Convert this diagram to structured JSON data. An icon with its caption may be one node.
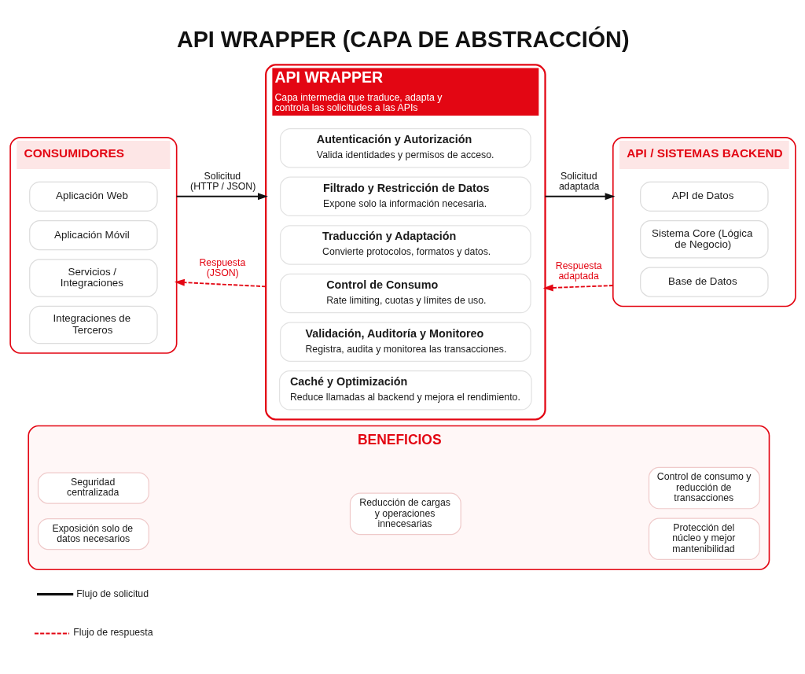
{
  "diagram": {
    "title": "API WRAPPER (CAPA DE ABSTRACCIÓN)",
    "nodes": [
      {
        "text": [
          "CONSUMIDORES"
        ]
      },
      {
        "text": [
          "Aplicación Web"
        ],
        "in": 0
      },
      {
        "text": [
          "Aplicación Móvil"
        ],
        "in": 0
      },
      {
        "text": [
          "Servicios / Integraciones"
        ],
        "in": 0
      },
      {
        "text": [
          "Integraciones de Terceros"
        ],
        "in": 0
      },
      {
        "text": [
          "API WRAPPER",
          "Capa intermedia que traduce, adapta y controla las solicitudes a las APIs"
        ]
      },
      {
        "text": [
          "Autenticación y Autorización",
          "Valida identidades y permisos de acceso."
        ],
        "in": 5
      },
      {
        "text": [
          "Filtrado y Restricción de Datos",
          "Expone solo la información necesaria."
        ],
        "in": 5
      },
      {
        "text": [
          "Traducción y Adaptación",
          "Convierte protocolos, formatos y datos."
        ],
        "in": 5
      },
      {
        "text": [
          "Control de Consumo",
          "Rate limiting, cuotas y límites de uso."
        ],
        "in": 5
      },
      {
        "text": [
          "Validación, Auditoría y Monitoreo",
          "Registra, audita y monitorea las transacciones."
        ],
        "in": 5
      },
      {
        "text": [
          "Caché y Optimización",
          "Reduce llamadas al backend y mejora el rendimiento."
        ],
        "in": 5
      },
      {
        "text": [
          "API / SISTEMAS BACKEND"
        ]
      },
      {
        "text": [
          "API de Datos"
        ],
        "in": 12
      },
      {
        "text": [
          "Sistema Core (Lógica de Negocio)"
        ],
        "in": 12
      },
      {
        "text": [
          "Base de Datos"
        ],
        "in": 12
      },
      {
        "text": [
          "BENEFICIOS"
        ]
      },
      {
        "text": [
          "Seguridad centralizada"
        ],
        "in": 16
      },
      {
        "text": [
          "Exposición solo de datos necesarios"
        ],
        "in": 16
      },
      {
        "text": [
          "Reducción de cargas y operaciones innecesarias"
        ],
        "in": 16
      },
      {
        "text": [
          "Control de consumo y reducción de transacciones"
        ],
        "in": 16
      },
      {
        "text": [
          "Protección del núcleo y mejor mantenibilidad"
        ],
        "in": 16
      }
    ],
    "edges": [
      {
        "from": 0,
        "to": 5,
        "arrow": "to",
        "label": "Solicitud (HTTP / JSON)"
      },
      {
        "from": 5,
        "to": 0,
        "arrow": "to",
        "label": "Respuesta (JSON)",
        "style": "dashed",
        "color": "#e30613"
      },
      {
        "from": 5,
        "to": 12,
        "arrow": "to",
        "label": "Solicitud adaptada"
      },
      {
        "from": 12,
        "to": 5,
        "arrow": "to",
        "label": "Respuesta adaptada",
        "style": "dashed",
        "color": "#e30613"
      }
    ],
    "legend": [
      {
        "text": "Flujo de solicitud"
      },
      {
        "text": "Flujo de respuesta"
      }
    ]
  }
}
